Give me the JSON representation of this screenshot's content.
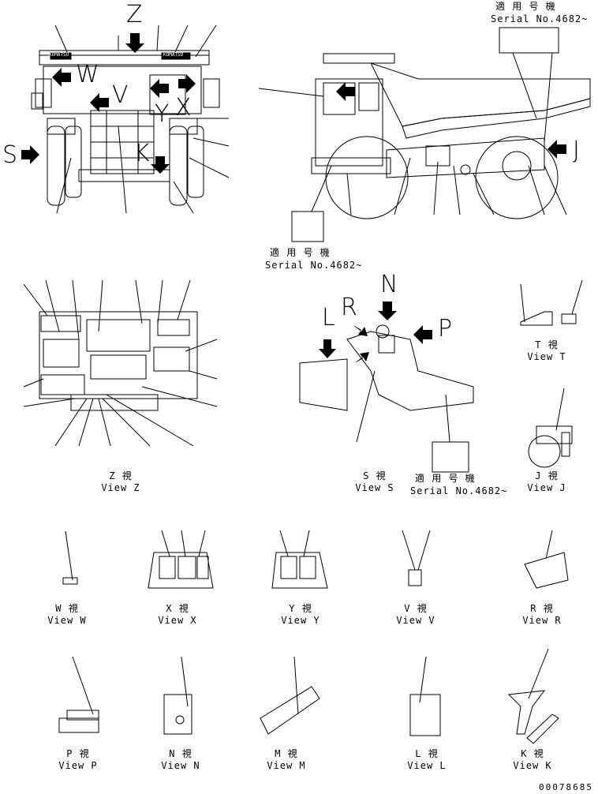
{
  "serial_notes": [
    {
      "jp": "適 用 号 機",
      "en": "Serial No.4682~"
    },
    {
      "jp": "適 用 号 機",
      "en": "Serial No.4682~"
    },
    {
      "jp": "適 用 号 機",
      "en": "Serial No.4682~"
    }
  ],
  "arrow_letters": {
    "Z": "Z",
    "S": "S",
    "J": "J",
    "N": "N",
    "L": "L",
    "R": "R",
    "P": "P",
    "W": "W",
    "V": "V",
    "X": "X",
    "Y": "Y",
    "K": "K"
  },
  "views": [
    {
      "id": "Z",
      "jp": "Z 視",
      "en": "View Z"
    },
    {
      "id": "S",
      "jp": "S 視",
      "en": "View S"
    },
    {
      "id": "T",
      "jp": "T 視",
      "en": "View T"
    },
    {
      "id": "J",
      "jp": "J 視",
      "en": "View J"
    },
    {
      "id": "W",
      "jp": "W 視",
      "en": "View W"
    },
    {
      "id": "X",
      "jp": "X 視",
      "en": "View X"
    },
    {
      "id": "Y",
      "jp": "Y 視",
      "en": "View Y"
    },
    {
      "id": "V",
      "jp": "V 視",
      "en": "View V"
    },
    {
      "id": "R",
      "jp": "R 視",
      "en": "View R"
    },
    {
      "id": "P",
      "jp": "P 視",
      "en": "View P"
    },
    {
      "id": "N",
      "jp": "N 視",
      "en": "View N"
    },
    {
      "id": "M",
      "jp": "M 視",
      "en": "View M"
    },
    {
      "id": "L",
      "jp": "L 視",
      "en": "View L"
    },
    {
      "id": "K",
      "jp": "K 視",
      "en": "View K"
    }
  ],
  "brand_marks": [
    "KOMATSU",
    "KOMATSU"
  ],
  "drawing_number": "00078685",
  "colors": {
    "ink": "#000000",
    "paper": "#ffffff"
  }
}
